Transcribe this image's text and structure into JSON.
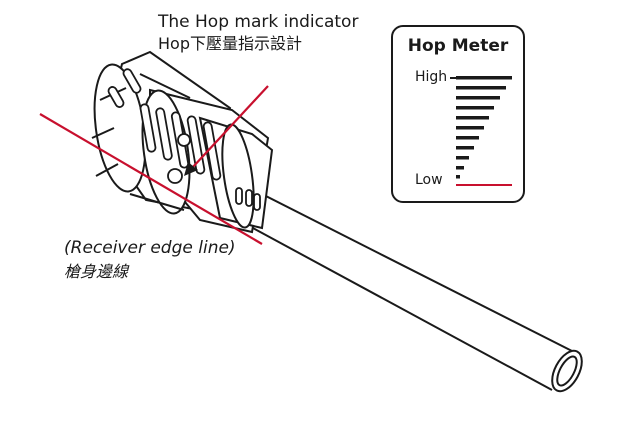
{
  "labels": {
    "hop_indicator_en": "The Hop mark indicator",
    "hop_indicator_zh": "Hop下壓量指示設計",
    "receiver_edge_en": "(Receiver edge line)",
    "receiver_edge_zh": "槍身邊線"
  },
  "hop_meter": {
    "title": "Hop Meter",
    "high_label": "High",
    "low_label": "Low",
    "bar_levels": 10
  },
  "colors": {
    "accent_red": "#c8102e",
    "ink": "#1a1a1a"
  }
}
